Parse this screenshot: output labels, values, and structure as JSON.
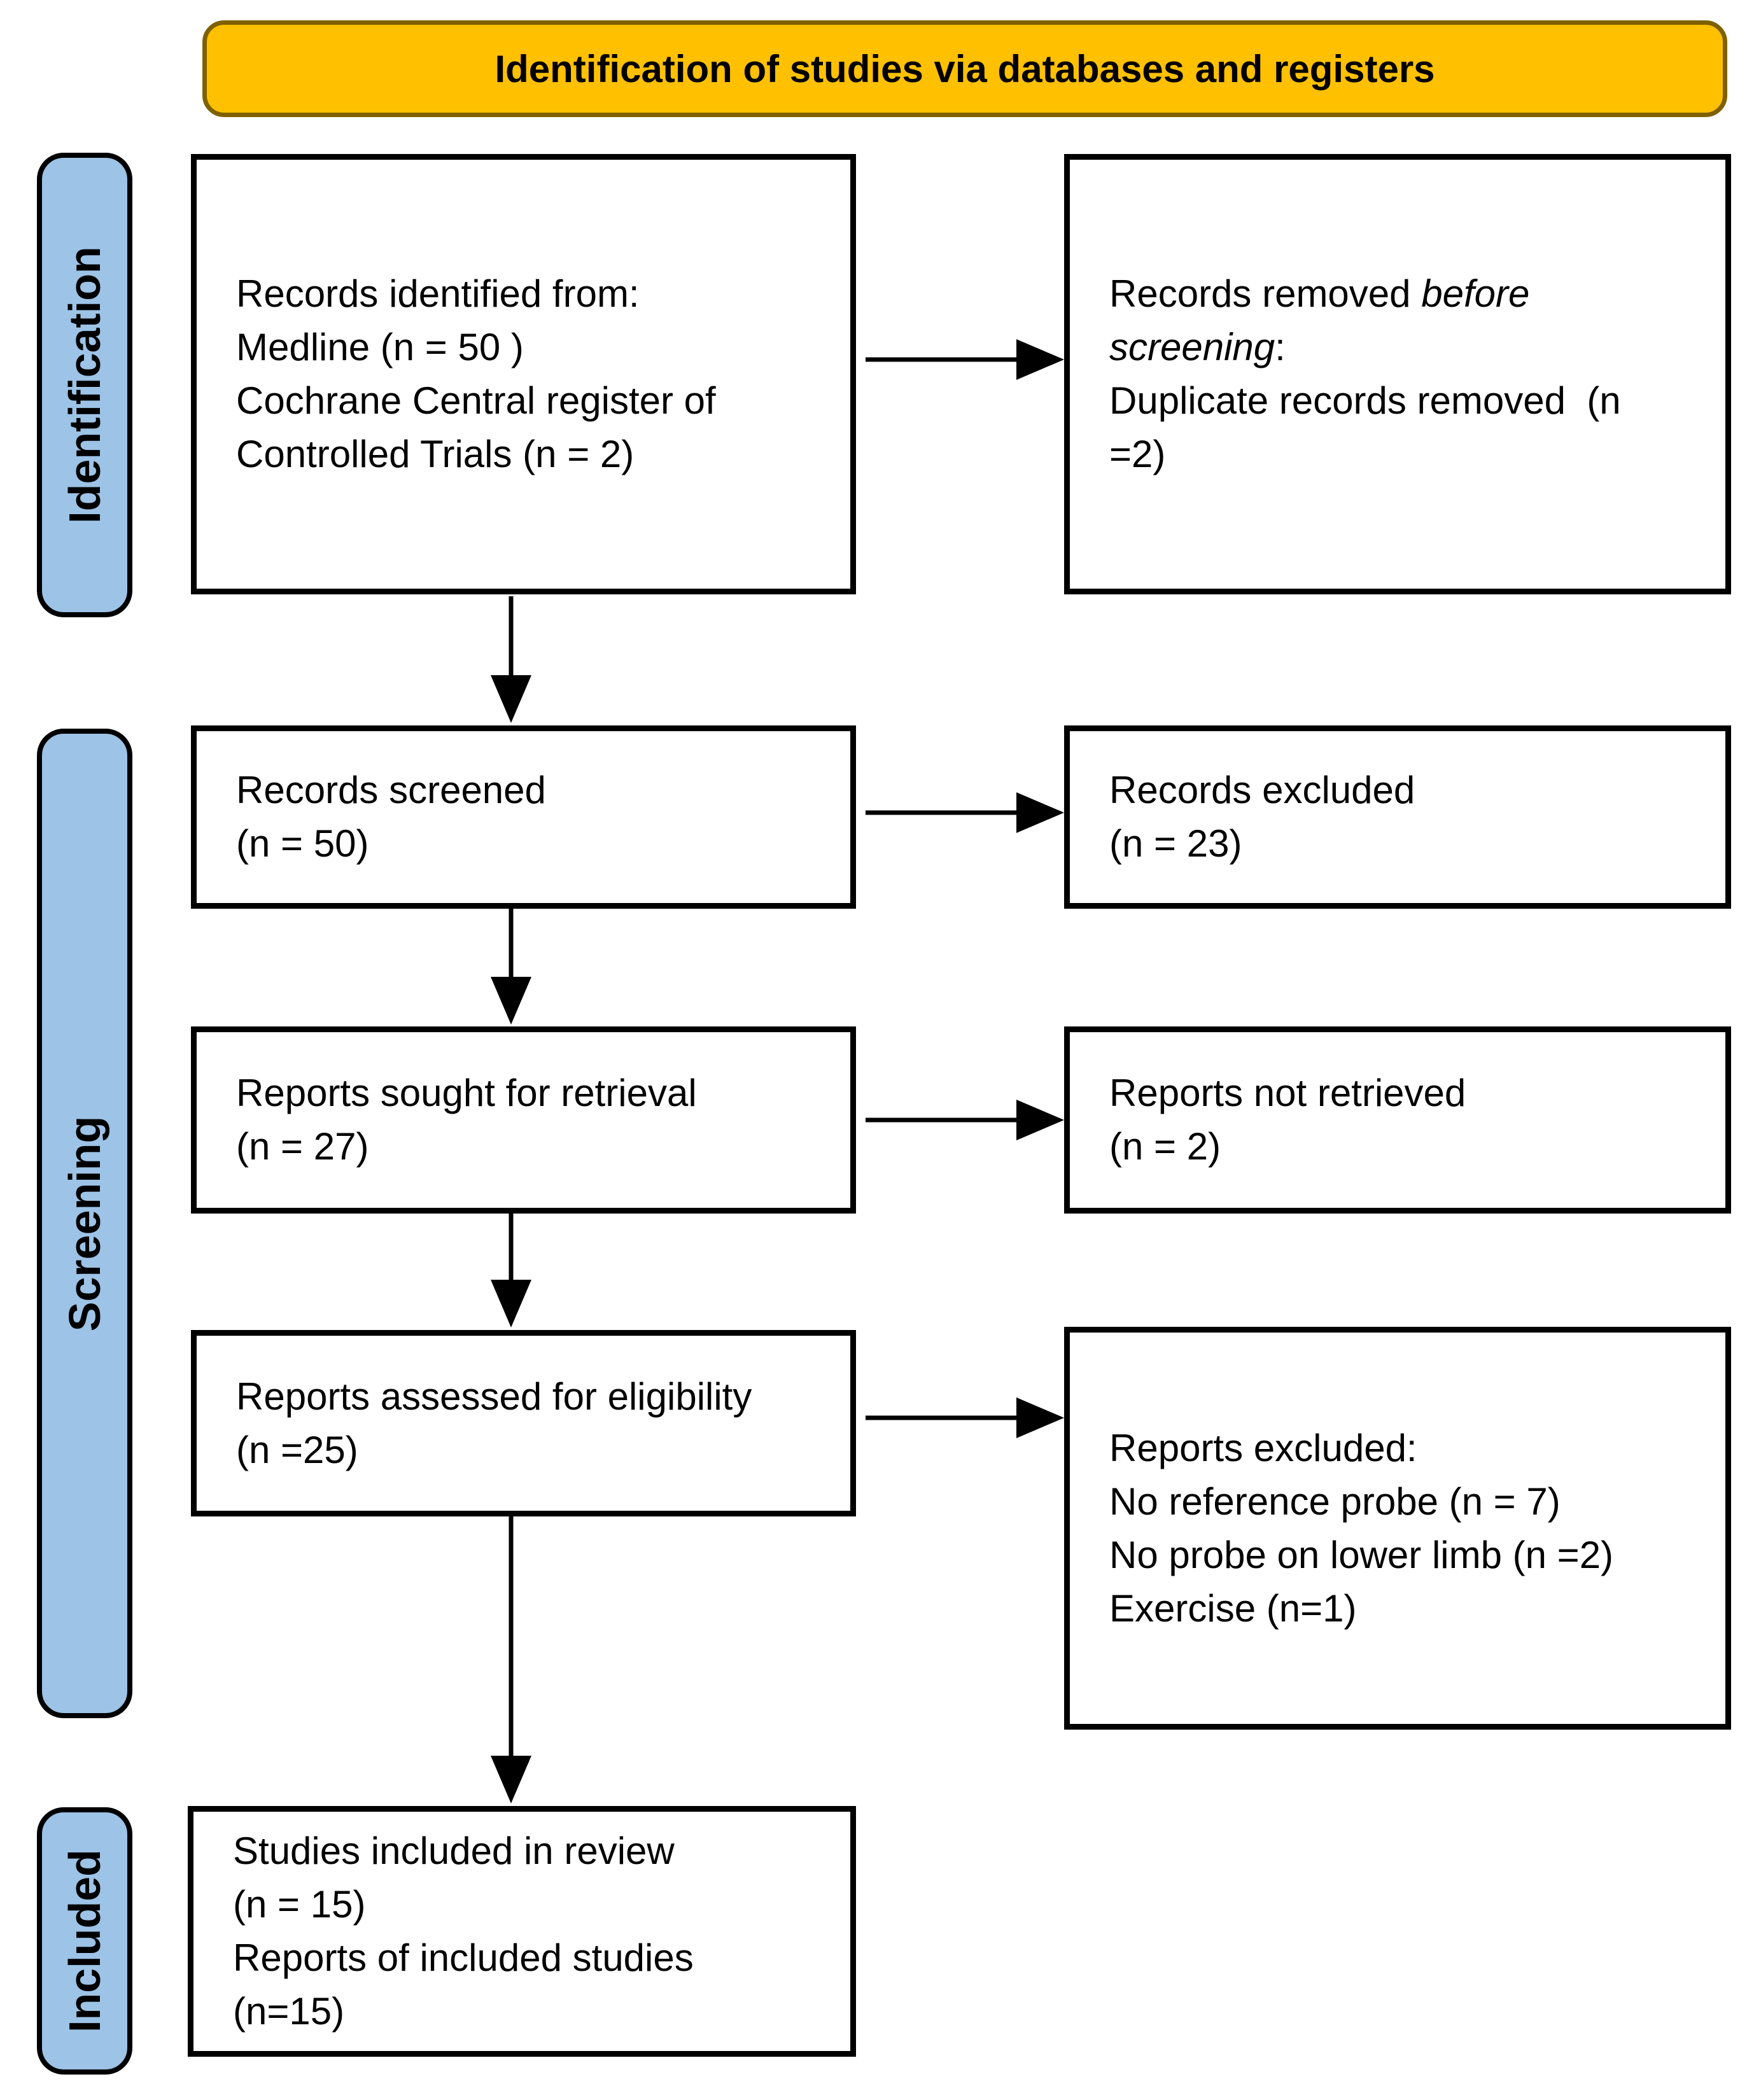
{
  "header": {
    "title": "Identification of studies via databases and registers"
  },
  "stages": {
    "identification": "Identification",
    "screening": "Screening",
    "included": "Included"
  },
  "boxes": {
    "records_identified": {
      "l1": "Records identified from:",
      "l2": "Medline (n = 50 )",
      "l3": "Cochrane Central register of",
      "l4": "Controlled Trials (n = 2)"
    },
    "records_removed": {
      "l1a": "Records removed ",
      "l1b": "before",
      "l2a": "screening",
      "l2b": ":",
      "l3": "Duplicate records removed  (n",
      "l4": "=2)"
    },
    "records_screened": {
      "l1": "Records screened",
      "l2": "(n = 50)"
    },
    "records_excluded": {
      "l1": "Records excluded",
      "l2": "(n = 23)"
    },
    "reports_sought": {
      "l1": "Reports sought for retrieval",
      "l2": "(n = 27)"
    },
    "reports_not_retrieved": {
      "l1": "Reports not retrieved",
      "l2": "(n = 2)"
    },
    "reports_assessed": {
      "l1": "Reports assessed for eligibility",
      "l2": "(n =25)"
    },
    "reports_excluded": {
      "l1": "Reports excluded:",
      "l2": "No reference probe (n = 7)",
      "l3": "No probe on lower limb (n =2)",
      "l4": "Exercise (n=1)"
    },
    "studies_included": {
      "l1": "Studies included in review",
      "l2": "(n = 15)",
      "l3": "Reports of included studies",
      "l4": "(n=15)"
    }
  },
  "colors": {
    "banner_fill": "#FFC000",
    "banner_border": "#7F6000",
    "stage_fill": "#9DC3E6",
    "box_border": "#000000",
    "background": "#FFFFFF"
  }
}
